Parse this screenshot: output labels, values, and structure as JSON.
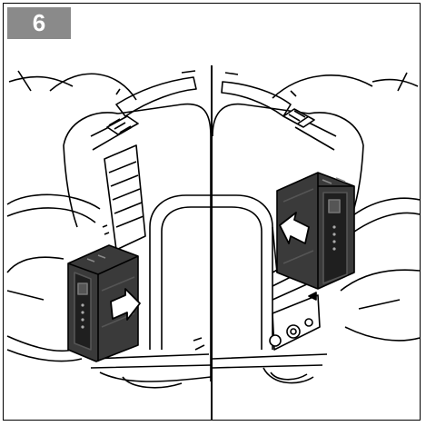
{
  "step": {
    "number": "6",
    "badge_color": "#8a8a8a"
  },
  "panels": [
    {
      "action": "remove-battery",
      "arrow_direction": "down-right"
    },
    {
      "action": "insert-battery",
      "arrow_direction": "up-left"
    }
  ],
  "colors": {
    "line": "#000000",
    "battery": "#3a3a3a",
    "battery_dark": "#1f1f1f",
    "background": "#ffffff"
  }
}
